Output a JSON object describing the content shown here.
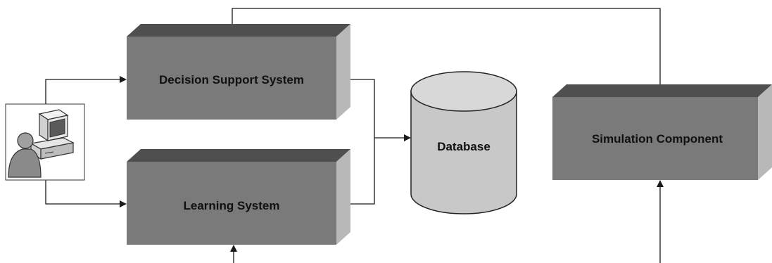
{
  "diagram": {
    "boxes": {
      "decision_support": "Decision Support System",
      "learning": "Learning System",
      "simulation": "Simulation Component"
    },
    "database": "Database",
    "icons": {
      "user": "computer-user-icon"
    },
    "colors": {
      "box_front": "#7a7a7a",
      "box_top": "#4f4f4f",
      "box_side": "#b8b8b8",
      "cylinder_body": "#c8c8c8",
      "cylinder_top": "#d8d8d8",
      "line": "#1a1a1a"
    }
  }
}
